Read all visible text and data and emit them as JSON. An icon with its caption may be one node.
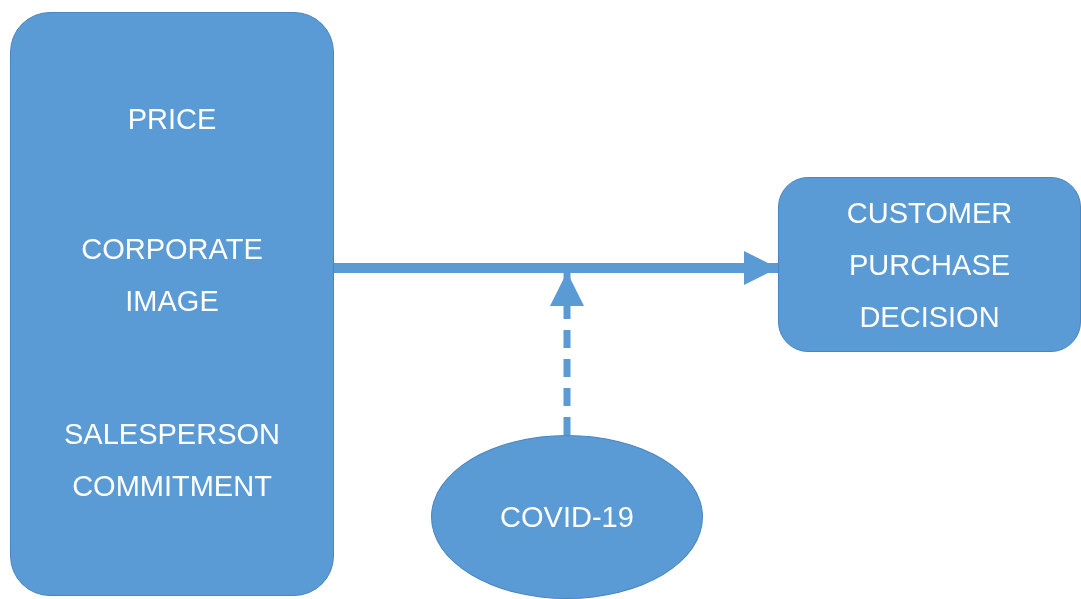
{
  "diagram": {
    "nodes": [
      {
        "text": [
          "PRICE",
          "CORPORATE IMAGE",
          "SALESPERSON COMMITMENT"
        ]
      },
      {
        "text": [
          "CUSTOMER PURCHASE DECISION"
        ]
      },
      {
        "text": [
          "COVID-19"
        ]
      }
    ],
    "edges": [
      {
        "from": 0,
        "to": 1,
        "arrow": "to"
      },
      {
        "from": 2,
        "to": null,
        "arrow": "to",
        "style": "dashed"
      }
    ]
  }
}
